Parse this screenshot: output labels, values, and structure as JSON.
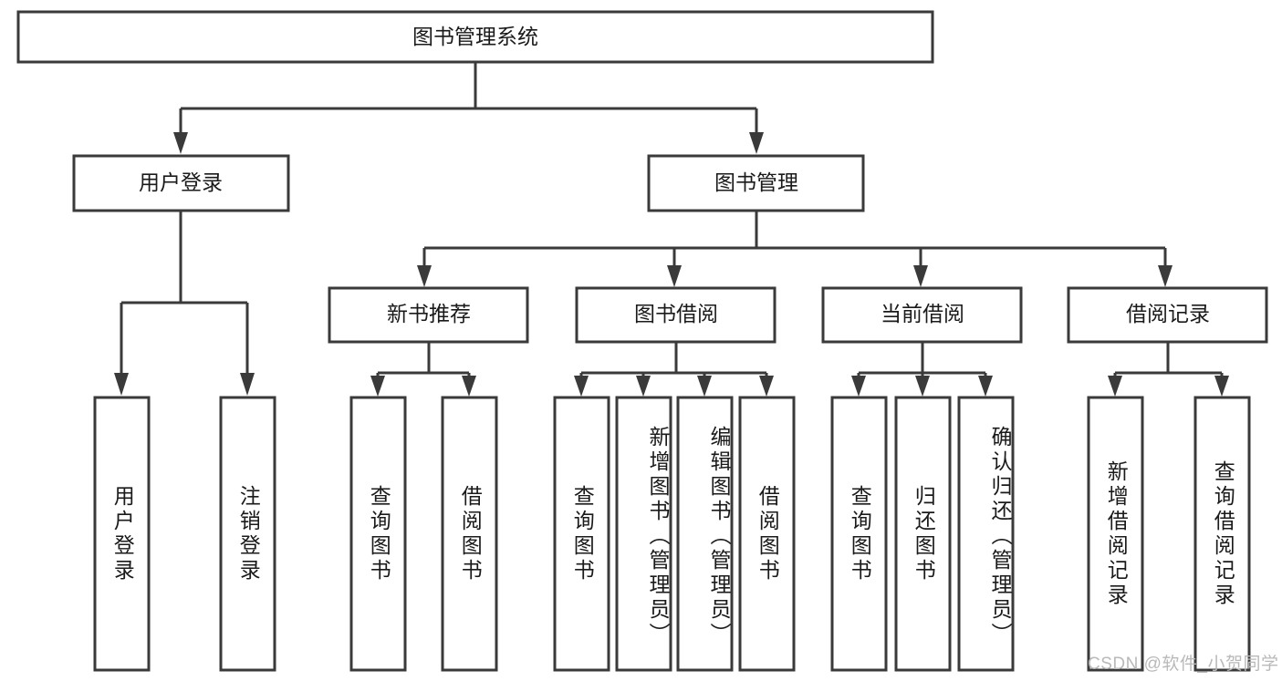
{
  "diagram": {
    "type": "tree-hierarchy",
    "title": "图书管理系统",
    "orientation": "top-down",
    "colors": {
      "box_stroke": "#3a3a3a",
      "box_fill": "#ffffff",
      "text": "#1a1a1a",
      "connector": "#3a3a3a",
      "watermark": "#b9b9b9",
      "background": "#ffffff"
    },
    "levels": {
      "root": {
        "label": "图书管理系统"
      },
      "level2": [
        {
          "label": "用户登录"
        },
        {
          "label": "图书管理"
        }
      ],
      "level3": [
        {
          "label": "新书推荐"
        },
        {
          "label": "图书借阅"
        },
        {
          "label": "当前借阅"
        },
        {
          "label": "借阅记录"
        }
      ],
      "leaves_user_login": [
        {
          "label": "用户登录"
        },
        {
          "label": "注销登录"
        }
      ],
      "leaves_new_book": [
        {
          "label": "查询图书"
        },
        {
          "label": "借阅图书"
        }
      ],
      "leaves_borrow": [
        {
          "label": "查询图书"
        },
        {
          "label": "新增图书（管理员）"
        },
        {
          "label": "编辑图书（管理员）"
        },
        {
          "label": "借阅图书"
        }
      ],
      "leaves_current": [
        {
          "label": "查询图书"
        },
        {
          "label": "归还图书"
        },
        {
          "label": "确认归还（管理员）"
        }
      ],
      "leaves_record": [
        {
          "label": "新增借阅记录"
        },
        {
          "label": "查询借阅记录"
        }
      ]
    }
  },
  "watermark": {
    "text": "CSDN @软件_小贺同学"
  }
}
